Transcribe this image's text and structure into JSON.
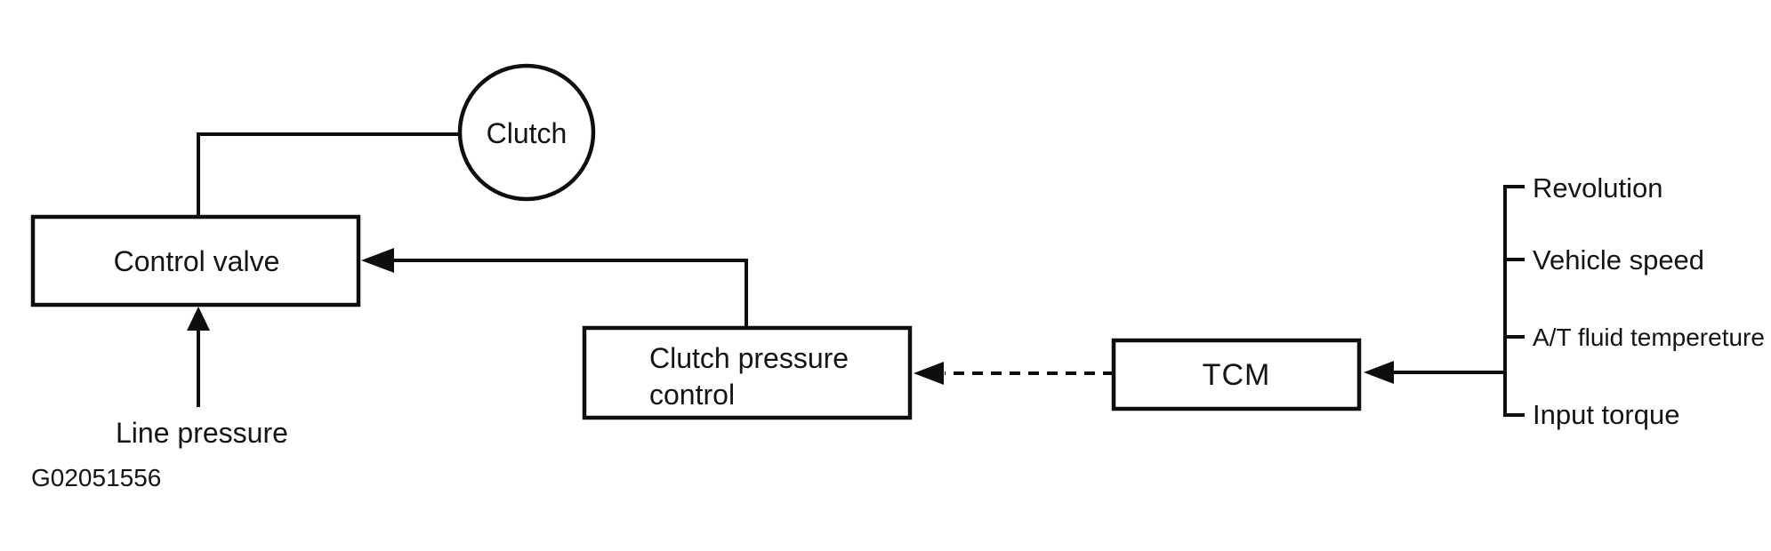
{
  "figure": {
    "id_label": "G02051556",
    "background_color": "#ffffff",
    "ink_color": "#0e0e0e"
  },
  "nodes": {
    "clutch": {
      "label": "Clutch",
      "shape": "circle"
    },
    "control_valve": {
      "label": "Control valve",
      "shape": "rect"
    },
    "clutch_pressure_control": {
      "label_line1": "Clutch pressure",
      "label_line2": "control",
      "shape": "rect"
    },
    "tcm": {
      "label": "TCM",
      "shape": "rect"
    }
  },
  "inputs": {
    "line_pressure_label": "Line pressure",
    "tcm_inputs": [
      "Revolution",
      "Vehicle speed",
      "A/T fluid tempereture",
      "Input torque"
    ]
  },
  "edges": [
    {
      "from": "clutch",
      "to": "control_valve",
      "style": "plain-line"
    },
    {
      "from": "line_pressure",
      "to": "control_valve",
      "style": "solid-arrow"
    },
    {
      "from": "clutch_pressure_control",
      "to": "control_valve",
      "style": "solid-arrow"
    },
    {
      "from": "tcm",
      "to": "clutch_pressure_control",
      "style": "dashed-arrow"
    },
    {
      "from": "sensor_inputs",
      "to": "tcm",
      "style": "solid-arrow"
    }
  ]
}
